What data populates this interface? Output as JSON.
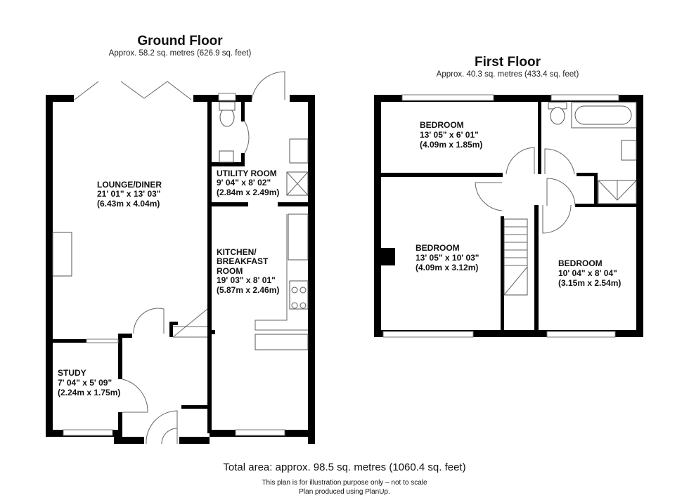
{
  "ground_floor": {
    "title": "Ground Floor",
    "area": "Approx. 58.2 sq. metres (626.9 sq. feet)",
    "rooms": [
      {
        "name": "LOUNGE/DINER",
        "imperial": "21' 01\" x 13' 03\"",
        "metric": "(6.43m x 4.04m)"
      },
      {
        "name": "UTILITY ROOM",
        "imperial": "9' 04\" x 8' 02\"",
        "metric": "(2.84m x 2.49m)"
      },
      {
        "name": "KITCHEN/",
        "name2": "BREAKFAST",
        "name3": "ROOM",
        "imperial": "19' 03\" x 8' 01\"",
        "metric": "(5.87m x 2.46m)"
      },
      {
        "name": "STUDY",
        "imperial": "7' 04\" x 5' 09\"",
        "metric": "(2.24m x 1.75m)"
      }
    ]
  },
  "first_floor": {
    "title": "First Floor",
    "area": "Approx. 40.3 sq. metres (433.4 sq. feet)",
    "rooms": [
      {
        "name": "BEDROOM",
        "imperial": "13' 05\" x 6' 01\"",
        "metric": "(4.09m x 1.85m)"
      },
      {
        "name": "BEDROOM",
        "imperial": "13' 05\" x 10' 03\"",
        "metric": "(4.09m x 3.12m)"
      },
      {
        "name": "BEDROOM",
        "imperial": "10' 04\" x 8' 04\"",
        "metric": "(3.15m x 2.54m)"
      }
    ]
  },
  "footer": {
    "total": "Total area: approx. 98.5 sq. metres (1060.4 sq. feet)",
    "disclaimer": "This plan is for illustration purpose only – not to scale",
    "credit": "Plan produced using PlanUp."
  }
}
